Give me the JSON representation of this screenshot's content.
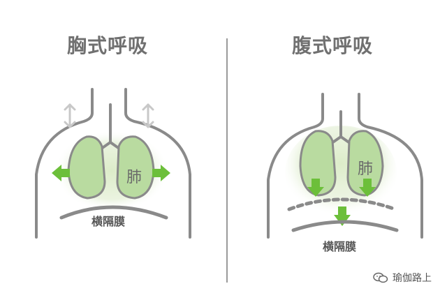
{
  "left_panel": {
    "title": "胸式呼吸",
    "lung_label": "肺",
    "diaphragm_label": "横隔膜"
  },
  "right_panel": {
    "title": "腹式呼吸",
    "lung_label": "肺",
    "diaphragm_label": "横隔膜"
  },
  "watermark": {
    "text": "瑜伽路上",
    "icon": "wechat-icon"
  },
  "colors": {
    "outline": "#8a8a8a",
    "lung_fill": "#b9dba0",
    "lung_glow": "#e3f0d4",
    "arrow_green": "#6cbf3a",
    "arrow_gray": "#c8c8c8",
    "text": "#707070"
  }
}
